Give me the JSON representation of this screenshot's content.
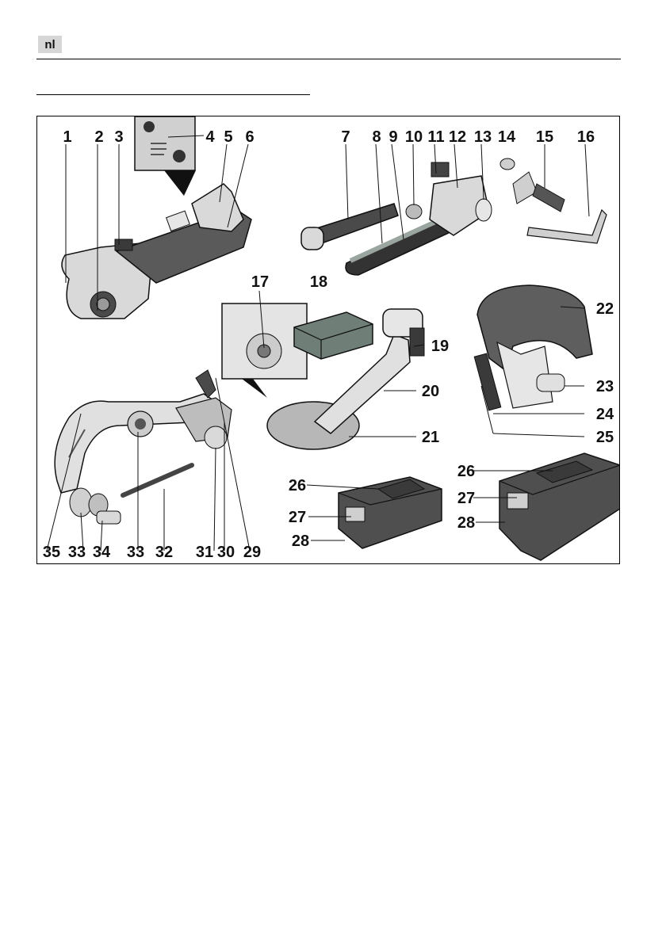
{
  "header": {
    "language_code": "nl"
  },
  "figure": {
    "callouts": {
      "c1": "1",
      "c2": "2",
      "c3": "3",
      "c4": "4",
      "c5": "5",
      "c6": "6",
      "c7": "7",
      "c8": "8",
      "c9": "9",
      "c10": "10",
      "c11": "11",
      "c12": "12",
      "c13": "13",
      "c14": "14",
      "c15": "15",
      "c16": "16",
      "c17": "17",
      "c18": "18",
      "c19": "19",
      "c20": "20",
      "c21": "21",
      "c22": "22",
      "c23": "23",
      "c24": "24",
      "c25": "25",
      "c26a": "26",
      "c27a": "27",
      "c28a": "28",
      "c26b": "26",
      "c27b": "27",
      "c28b": "28",
      "c29": "29",
      "c30": "30",
      "c31": "31",
      "c32": "32",
      "c33a": "33",
      "c33b": "33",
      "c34": "34",
      "c35": "35"
    },
    "colors": {
      "tool_body": "#d9d9d9",
      "tool_dark": "#4a4a4a",
      "abrasive": "#6f7f78",
      "line": "#111111"
    }
  }
}
